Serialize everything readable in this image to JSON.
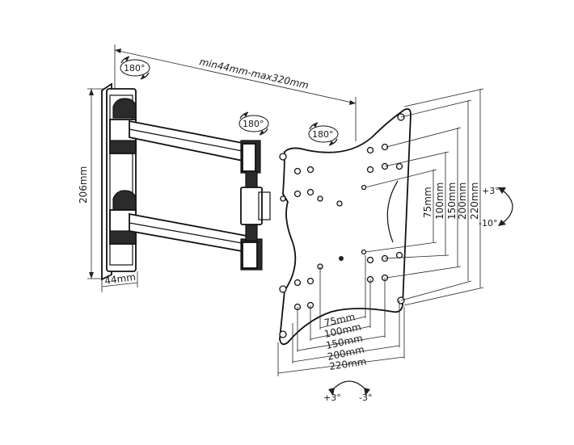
{
  "rotation_labels": {
    "wall_pivot": "180°",
    "arm_pivot": "180°",
    "plate_pivot": "180°"
  },
  "dimensions": {
    "arm_extension": "min44mm-max320mm",
    "wall_plate_height": "206mm",
    "wall_plate_depth": "44mm",
    "vesa_vertical": [
      "75mm",
      "100mm",
      "150mm",
      "200mm",
      "220mm"
    ],
    "vesa_horizontal": [
      "75mm",
      "100mm",
      "150mm",
      "200mm",
      "220mm"
    ]
  },
  "tilt": {
    "up": "+3°",
    "down": "-10°"
  },
  "swivel_level": {
    "left": "+3°",
    "right": "-3°"
  }
}
